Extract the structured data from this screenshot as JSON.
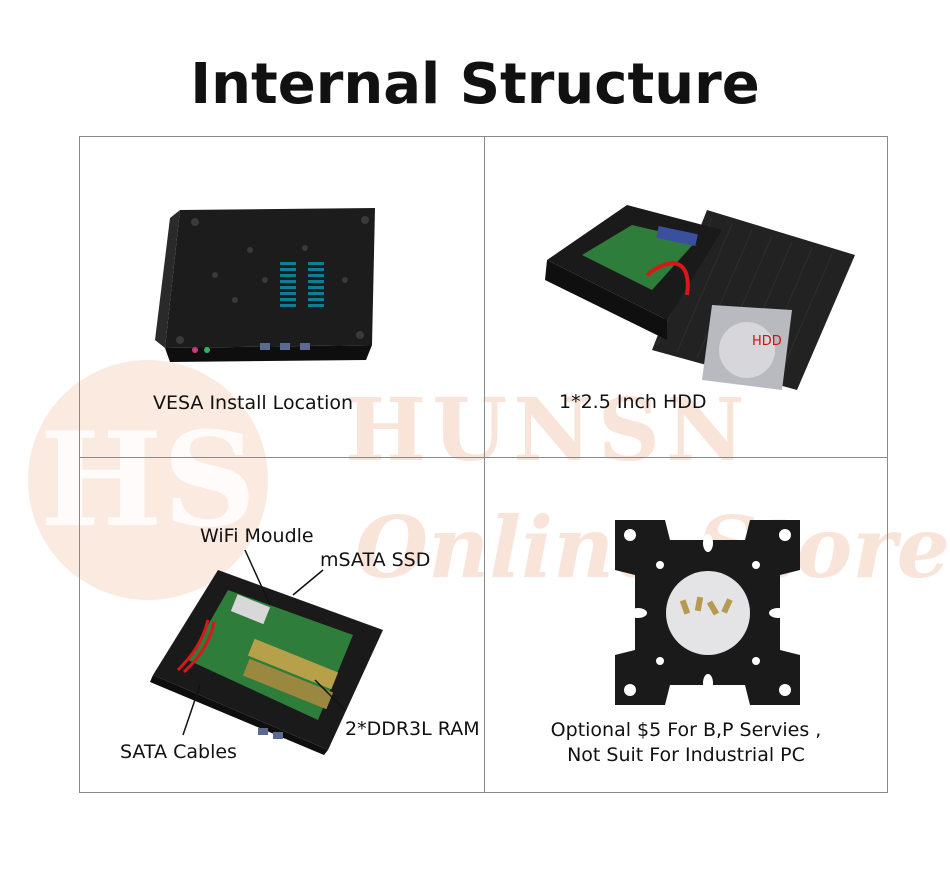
{
  "title": "Internal Structure",
  "watermark": {
    "brand": "HUNSN",
    "tagline": "Online Store",
    "monogram": "HS"
  },
  "panels": {
    "top_left": {
      "caption": "VESA Install Location"
    },
    "top_right": {
      "caption": "1*2.5 Inch HDD",
      "tag": "HDD"
    },
    "bottom_left": {
      "labels": {
        "wifi": "WiFi Moudle",
        "msata": "mSATA SSD",
        "ram": "2*DDR3L RAM",
        "sata": "SATA Cables"
      }
    },
    "bottom_right": {
      "caption_line1": "Optional $5 For B,P Servies ,",
      "caption_line2": "Not Suit For Industrial PC"
    }
  },
  "colors": {
    "frame": "#8a8a8a",
    "chassis": "#1c1c1c",
    "watermark": "#f6dccb",
    "hdd_tag": "#d01010",
    "sata_cable": "#d81818",
    "board": "#2e7d3a"
  }
}
